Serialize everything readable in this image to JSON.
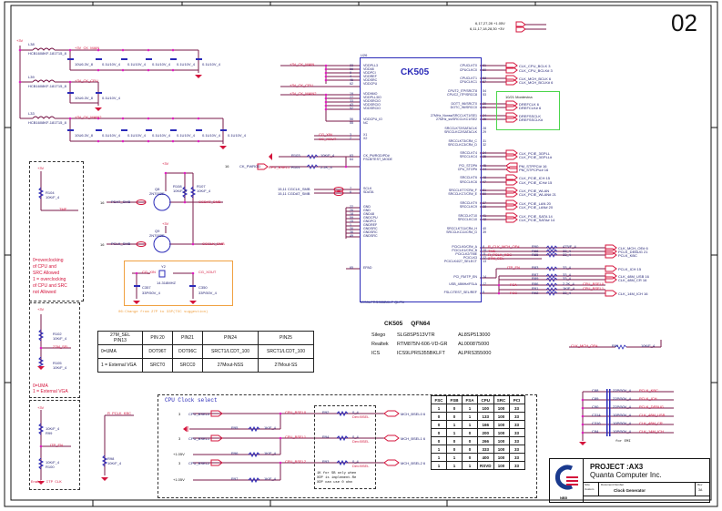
{
  "sheet": {
    "number": "02",
    "project": "PROJECT :AX3",
    "company": "Quanta Computer Inc.",
    "logo_text": "NB5",
    "size_label": "Size",
    "size_value": "Custom",
    "doc_label": "Document Number",
    "doc_title": "Clock Generator",
    "rev_label": "Rev",
    "rev_value": "3A"
  },
  "power_rails": {
    "top_labels": [
      "6,17,27,28  +1.05V",
      "6,11,17,18,28,30  +3V"
    ],
    "source": "+3V",
    "inductors": [
      {
        "ref": "L38",
        "part": "HCB1608KF-181T15_8",
        "net": "+3V_CK_MAIN"
      },
      {
        "ref": "L39",
        "part": "HCB1608KF-181T15_8",
        "net": "+3V_CK_CPU"
      },
      {
        "ref": "L33",
        "part": "HCB1608KF-181T15_8",
        "net": "+3V_CK_MAIN2"
      }
    ],
    "caps_main": [
      "10U6.3V_8",
      "0.1U10V_4",
      "0.1U10V_4",
      "0.1U10V_4",
      "0.1U10V_4",
      "0.1U10V_4"
    ],
    "caps_cpu": [
      "10U6.3V_8",
      "0.1U10V_4"
    ],
    "caps_main2": [
      "10U6.3V_8",
      "0.1U10V_4",
      "0.1U10V_4",
      "0.1U10V_4",
      "0.1U10V_4",
      "0.1U10V_4",
      "0.1U10V_4"
    ]
  },
  "chip": {
    "ref": "U26",
    "name": "CK505",
    "part": "ICS9LPRS355BKLF QLFN",
    "left_pins": [
      {
        "num": "23",
        "name": "VDDPLL3"
      },
      {
        "num": "56",
        "name": "VDD48"
      },
      {
        "num": "9",
        "name": "VDDPCI"
      },
      {
        "num": "4",
        "name": "VDDREF"
      },
      {
        "num": "46",
        "name": "VDDSRC"
      },
      {
        "num": "62",
        "name": "VDDCPU"
      },
      {
        "num": "19",
        "name": "VDD96IO"
      },
      {
        "num": "27",
        "name": "VDDPLL3IO"
      },
      {
        "num": "33",
        "name": "VDDSRCIO"
      },
      {
        "num": "43",
        "name": "VDDSRCIO"
      },
      {
        "num": "52",
        "name": "VDDSRCIO"
      },
      {
        "num": "56",
        "name": "VDDCPU_IO"
      },
      {
        "num": "55",
        "name": "NC"
      },
      {
        "num": "3",
        "name": "X1"
      },
      {
        "num": "2",
        "name": "X2"
      },
      {
        "num": "63",
        "name": "CK_PWRGD/PD#"
      },
      {
        "num": "64",
        "name": "FSLB/TEST_MODE"
      },
      {
        "num": "7",
        "name": "SCLK"
      },
      {
        "num": "6",
        "name": "SDATA"
      },
      {
        "num": "22",
        "name": "GND"
      },
      {
        "num": "26",
        "name": "GND"
      },
      {
        "num": "18",
        "name": "GND48"
      },
      {
        "num": "59",
        "name": "GNDCPU"
      },
      {
        "num": "15",
        "name": "GNDPCI"
      },
      {
        "num": "1",
        "name": "GNDREF"
      },
      {
        "num": "30",
        "name": "GNDSRC"
      },
      {
        "num": "36",
        "name": "GNDSRC"
      },
      {
        "num": "49",
        "name": "GNDSRC"
      },
      {
        "num": "65",
        "name": "EPAD"
      }
    ],
    "right_pins": [
      {
        "num": "61",
        "name": "CPUCLKT0"
      },
      {
        "num": "60",
        "name": "CPUCLKC0"
      },
      {
        "num": "58",
        "name": "CPUCLKT1"
      },
      {
        "num": "57",
        "name": "CPUCLKC1"
      },
      {
        "num": "54",
        "name": "CPUT2_ITP/SRCT8"
      },
      {
        "num": "53",
        "name": "CPUC2_ITP/SRCC8"
      },
      {
        "num": "20",
        "name": "DOTT_96/SRCT0"
      },
      {
        "num": "21",
        "name": "DOTC_96/SRCC0"
      },
      {
        "num": "24",
        "name": "27MHz_Nonss/SRCCLKT1/SE1"
      },
      {
        "num": "25",
        "name": "27MHz_ss/SRCCLKC1/SE2"
      },
      {
        "num": "28",
        "name": "SRCCLKT2/SATACLK"
      },
      {
        "num": "29",
        "name": "SRCCLKC2/SATACLK"
      },
      {
        "num": "31",
        "name": "SRCCLKT3/CR#_C"
      },
      {
        "num": "32",
        "name": "SRCCLKC3/CR#_D"
      },
      {
        "num": "34",
        "name": "SRCCLKT4"
      },
      {
        "num": "35",
        "name": "SRCCLKC4"
      },
      {
        "num": "45",
        "name": "PCI_STOP#"
      },
      {
        "num": "44",
        "name": "CPU_STOP#"
      },
      {
        "num": "48",
        "name": "SRCCLKT6"
      },
      {
        "num": "47",
        "name": "SRCCLKC6"
      },
      {
        "num": "51",
        "name": "SRCCLKT7/CR#_F"
      },
      {
        "num": "50",
        "name": "SRCCLKC7/CR#_E"
      },
      {
        "num": "37",
        "name": "SRCCLKT9"
      },
      {
        "num": "38",
        "name": "SRCCLKC9"
      },
      {
        "num": "41",
        "name": "SRCCLKT10"
      },
      {
        "num": "42",
        "name": "SRCCLKC10"
      },
      {
        "num": "40",
        "name": "SRCCLKT11/CR#_H"
      },
      {
        "num": "39",
        "name": "SRCCLKC11/CR#_G"
      },
      {
        "num": "8",
        "name": "PCICLK0/CR#_A"
      },
      {
        "num": "10",
        "name": "PCICLK1/CR#_B"
      },
      {
        "num": "11",
        "name": "PCICLK2/TME"
      },
      {
        "num": "12",
        "name": "PCICLK3"
      },
      {
        "num": "13",
        "name": "PCICLK4/27_SELECT"
      },
      {
        "num": "14",
        "name": "PCI_F5/ITP_EN"
      },
      {
        "num": "17",
        "name": "USB_48MHz/FSLA"
      },
      {
        "num": "5",
        "name": "FSLC/TEST_SEL/REF"
      }
    ]
  },
  "outputs": {
    "cpu": [
      "CLK_CPU_BCLK  3",
      "CLK_CPU_BCLK#  3",
      "CLK_MCH_BCLK  6",
      "CLK_MCH_BCLK#  6"
    ],
    "montevina_title": "10/21 Montevina",
    "montevina": [
      "DREFCLK  6",
      "DREFCLK#  6",
      "DREFSSCLK",
      "DREFSSCLK#"
    ],
    "src": [
      "CLK_PCIE_3GPLL",
      "CLK_PCIE_3GPLL#",
      "PM_STPPCI#  16",
      "PM_STPCPU#  16",
      "CLK_PCIE_ICH  15",
      "CLK_PCIE_ICH#  15",
      "CLK_PCIE_WLAN",
      "CLK_PCIE_WLAN#  21",
      "CLK_PCIE_LAN  20",
      "CLK_PCIE_LAN#  20",
      "CLK_PCIE_SATA  14",
      "CLK_PCIE_SATA#  14"
    ],
    "pci_nets": [
      "R_CLK_MCH_OE#",
      "TME",
      "R_PCLK_KBC",
      "27M_SEL",
      "ITP_EN",
      "FSA",
      "FSC"
    ],
    "pci_res": [
      {
        "ref": "R90",
        "val": "475/F_4"
      },
      {
        "ref": "R88",
        "val": "33_4"
      },
      {
        "ref": "R85",
        "val": "33_4"
      },
      {
        "ref": "R83",
        "val": "33_4"
      },
      {
        "ref": "R87",
        "val": "33_4"
      },
      {
        "ref": "R89",
        "val": "33_4"
      },
      {
        "ref": "R86",
        "val": "2.2K_4"
      },
      {
        "ref": "R91",
        "val": "1K/F_4"
      },
      {
        "ref": "R92",
        "val": "33_4"
      }
    ],
    "pci_out": [
      "CLK_MCH_OE#  6",
      "PCLK_DEBUG  21",
      "PCLK_KBC",
      "PCLK_ICH  15",
      "CLK_48M_USB  16",
      "CLK_48M_CR  16",
      "CLK_14M_ICH  16"
    ],
    "cpu_bsel_notes": [
      "CPU_BSEL0",
      "CPU_BSEL1"
    ]
  },
  "smbus": {
    "nets": [
      "PDAT_SMB",
      "PCLK_SMB",
      "CGDAT_SMB",
      "CGCLK_SMB"
    ],
    "fets": [
      {
        "ref": "Q8",
        "part": "2N7002E"
      },
      {
        "ref": "Q9",
        "part": "2N7002E"
      }
    ],
    "pullups": [
      {
        "ref": "R108",
        "val": "10K/F_4"
      },
      {
        "ref": "R107",
        "val": "10K/F_4"
      }
    ],
    "ref16": "16",
    "cg_labels": [
      "15,11  CGCLK_SMB",
      "15,11  CGDAT_SMB"
    ]
  },
  "pwrgd": {
    "net": "CK_PWRGD",
    "r1": {
      "ref": "R103",
      "val": "10K/F_4"
    },
    "r2": {
      "ref": "R101",
      "val": "2.2K_4"
    },
    "fs_net": "CPU_BSEL1"
  },
  "crystal": {
    "ref": "Y2",
    "freq": "14.318MHZ",
    "net_in": "CG_XIN",
    "net_out": "CG_XOUT",
    "caps": [
      {
        "ref": "C357",
        "val": "33P/50V_4"
      },
      {
        "ref": "C350",
        "val": "33P/50V_4"
      }
    ],
    "note": "06:Change from 27P to 33P(TXC suggestion)"
  },
  "tme_block": {
    "supply": "+3V",
    "res": {
      "ref": "R104",
      "val": "10K/F_4"
    },
    "net": "TME",
    "note": [
      "0=overclocking",
      "of CPU and",
      "SRC Allowed",
      "1 = overclocking",
      "of CPU and SRC",
      "not Allowed"
    ]
  },
  "sel27_block": {
    "supply": "+3V",
    "r_top": {
      "ref": "R102",
      "val": "10K/F_4"
    },
    "r_bot": {
      "ref": "R105",
      "val": "10K/F_4"
    },
    "net": "27M_SEL",
    "note": [
      "0=UMA",
      "1 = External VGA"
    ]
  },
  "itp_block": {
    "supply": "+3V",
    "r_top": {
      "ref": "R99",
      "val": "10K/F_4"
    },
    "r_bot": {
      "ref": "R100",
      "val": "10K/F_4"
    },
    "net": "ITP_EN",
    "note": "Enable ITP CLK"
  },
  "kbc_pd": {
    "net": "R_PCLK_KBC",
    "ref": "R98",
    "val": "10K/F_4"
  },
  "mch_oe": {
    "net": "CLK_MCH_OE#",
    "ref": "R81",
    "val": "10K/F_4"
  },
  "config_table": {
    "headers": [
      "27M_SEL\nPIN13",
      "PIN 20",
      "PIN21",
      "PIN24",
      "PIN25"
    ],
    "rows": [
      [
        "0=UMA",
        "DOT96T",
        "DOT96C",
        "SRCT1/LCDT_100",
        "SRCT1/LCDT_100"
      ],
      [
        "1 = External VGA",
        "SRCT0",
        "SRCC0",
        "27Mout-NSS",
        "27Mout-SS"
      ]
    ]
  },
  "vendors": {
    "title": "CK505     QFN64",
    "rows": [
      [
        "Silego",
        "SLG8SP513VTR",
        "AL8SP513000"
      ],
      [
        "Realtek",
        "RTM875N-606-VD-GR",
        "AL000875000"
      ],
      [
        "ICS",
        "ICS9LPRS355BKLFT",
        "ALPRS355000"
      ]
    ]
  },
  "cpu_clock_select": {
    "title": "CPU Clock select",
    "inputs": [
      "CPU_BSEL0",
      "CPU_BSEL1",
      "CPU_BSEL2"
    ],
    "input_ref": "3",
    "nets": [
      "CPU_BSEL0",
      "CPU_BSEL1",
      "CPU_BSEL2"
    ],
    "pull_res": [
      {
        "ref": "R95",
        "val": "1K/F_4"
      },
      {
        "ref": "R96",
        "val": "1K/F_4"
      },
      {
        "ref": "R97",
        "val": "1K/F_4"
      }
    ],
    "pull_src": [
      "GND",
      "+1.05V",
      "+1.05V"
    ],
    "series_res": [
      {
        "ref": "R92",
        "val": "0_4"
      },
      {
        "ref": "R94",
        "val": "0_4"
      },
      {
        "ref": "R93",
        "val": "0_4"
      }
    ],
    "dnp": "Dev:BSEL",
    "outputs": [
      "MCH_BSEL0  6",
      "MCH_BSEL1  6",
      "MCH_BSEL2  6"
    ],
    "note": [
      "1K for SB only when",
      "XDP is implement.Re",
      "XDP can use 0 ohm"
    ]
  },
  "fs_table": {
    "headers": [
      "FSC",
      "FSB",
      "FSA",
      "CPU",
      "SRC",
      "PCI"
    ],
    "rows": [
      [
        "1",
        "0",
        "1",
        "100",
        "100",
        "33"
      ],
      [
        "0",
        "0",
        "1",
        "133",
        "100",
        "33"
      ],
      [
        "0",
        "1",
        "1",
        "166",
        "100",
        "33"
      ],
      [
        "0",
        "1",
        "0",
        "200",
        "100",
        "33"
      ],
      [
        "0",
        "0",
        "0",
        "266",
        "100",
        "33"
      ],
      [
        "1",
        "0",
        "0",
        "333",
        "100",
        "33"
      ],
      [
        "1",
        "1",
        "0",
        "400",
        "100",
        "33"
      ],
      [
        "1",
        "1",
        "1",
        "RSVD",
        "100",
        "33"
      ]
    ]
  },
  "emi": {
    "caps": [
      {
        "ref": "C88",
        "val": "22P/50V_4",
        "net": "PCLK_KBC"
      },
      {
        "ref": "C89",
        "val": "22P/50V_4",
        "net": "PCLK_ICH"
      },
      {
        "ref": "C90",
        "val": "22P/50V_4",
        "net": "PCLK_DEBUG"
      },
      {
        "ref": "C314",
        "val": "10P/50V_4",
        "net": "CLK_48M_USB"
      },
      {
        "ref": "C316",
        "val": "10P/50V_4",
        "net": "CLK_48M_CR"
      },
      {
        "ref": "C84",
        "val": "10P/50V_4",
        "net": "CLK_14M_ICH"
      }
    ],
    "note": "for EMI"
  },
  "border_cols": [
    "5",
    "4",
    "3",
    "2",
    "1"
  ]
}
